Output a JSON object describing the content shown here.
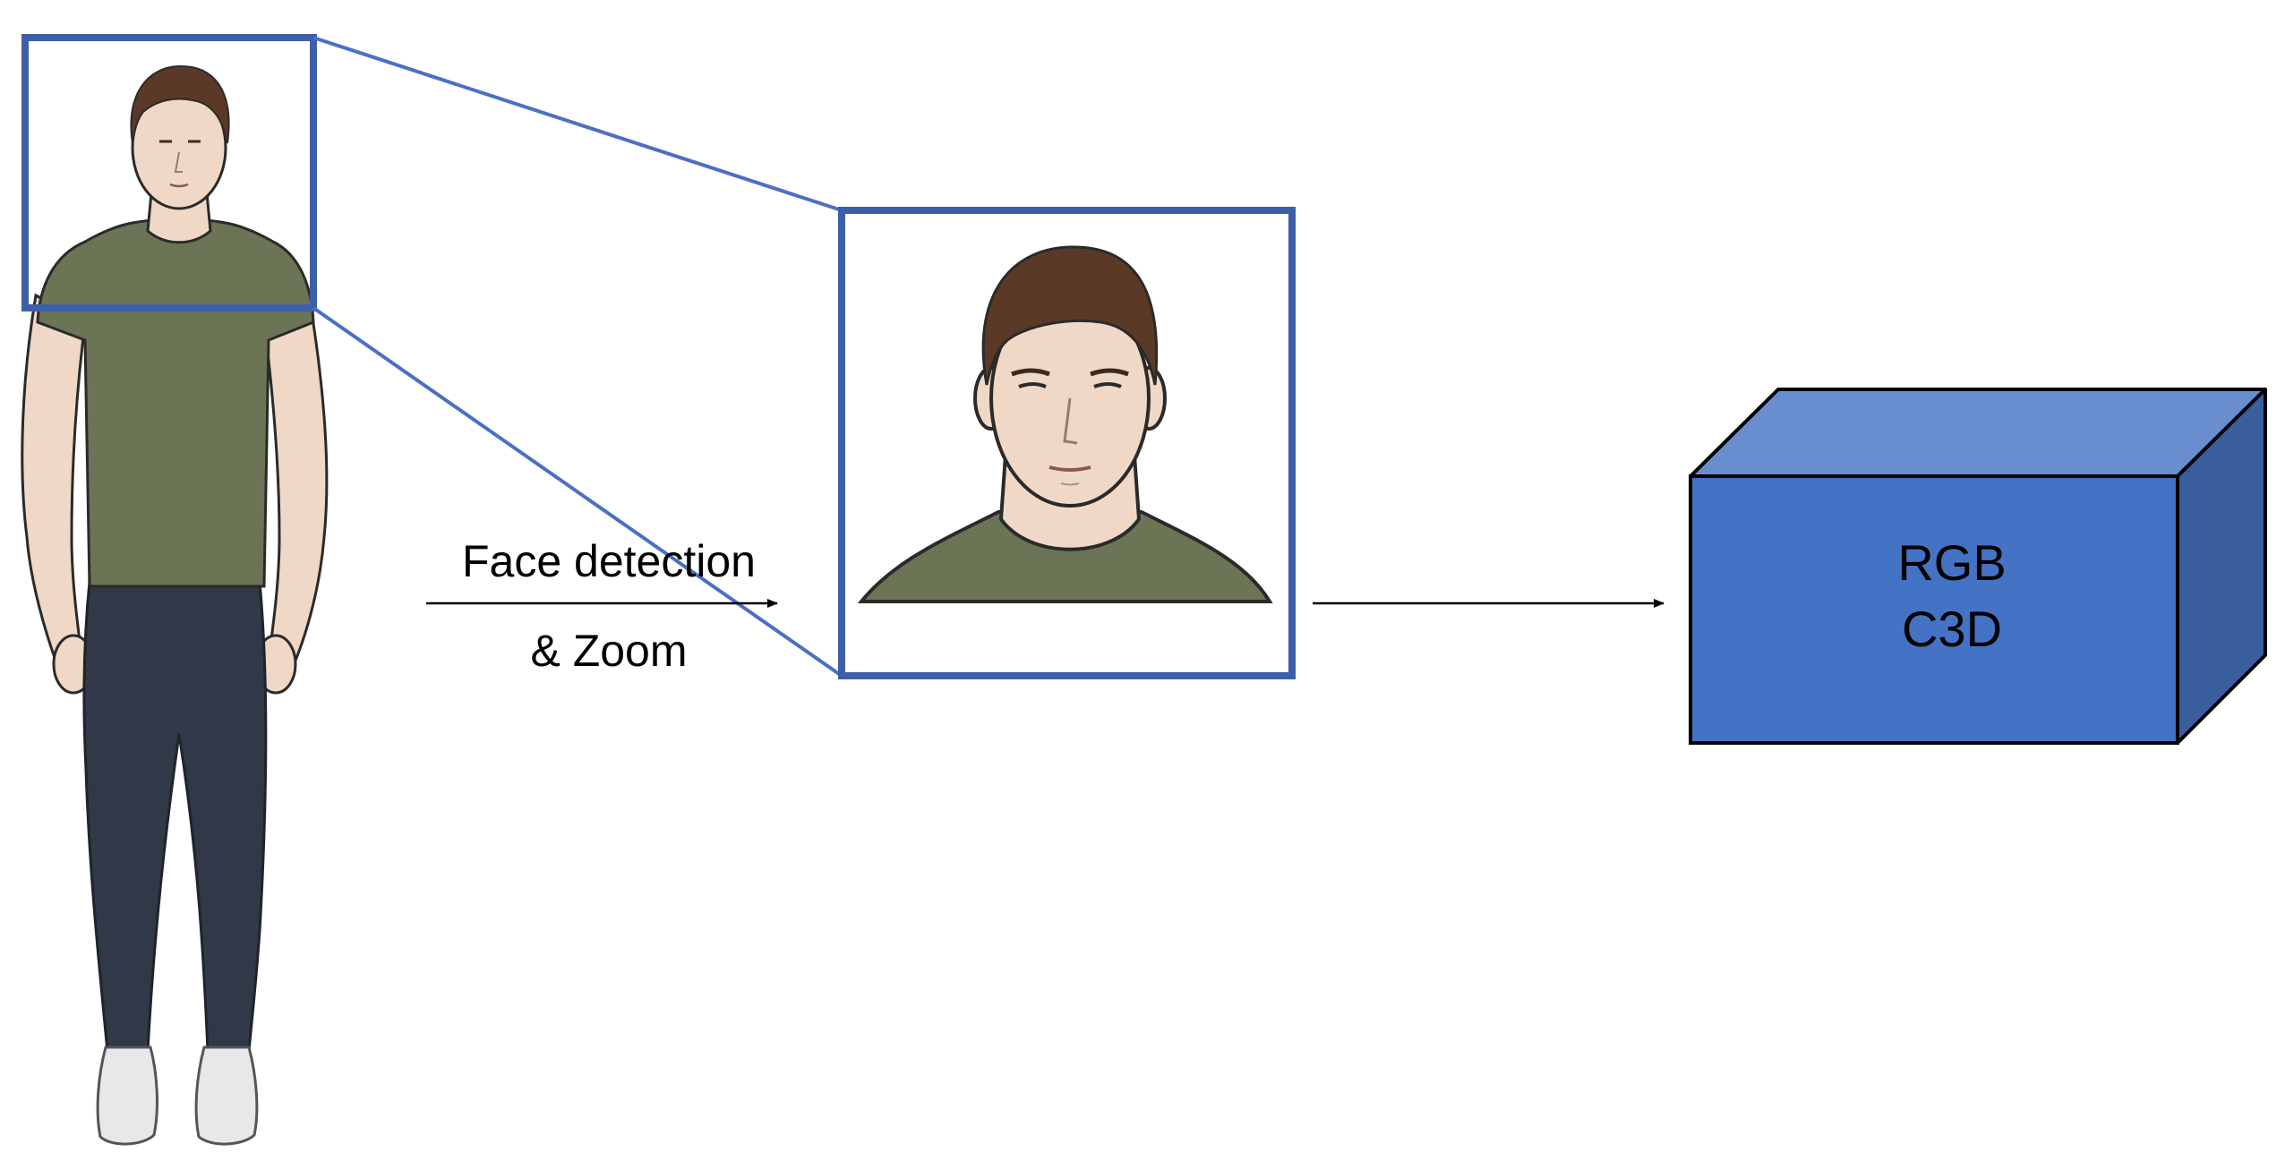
{
  "labels": {
    "arrow_line1": "Face detection",
    "arrow_line2": "& Zoom",
    "box_line1": "RGB",
    "box_line2": "C3D"
  },
  "icons": {
    "person": "full-body-person-figure",
    "face": "zoomed-face-portrait",
    "box": "3d-cube-block"
  },
  "colors": {
    "frame": "#3d5ea8",
    "box_front": "#4472c4",
    "box_top": "#698ed0",
    "box_side": "#3a5d9e",
    "shirt": "#6b7455",
    "trousers": "#313848",
    "skin": "#efd8c6",
    "hair": "#5a3a26"
  }
}
